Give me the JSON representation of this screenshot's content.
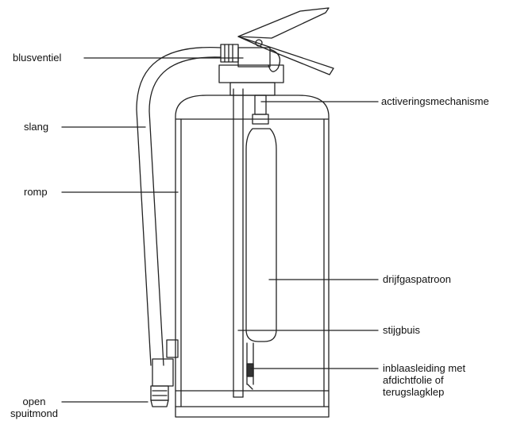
{
  "labels": {
    "blusventiel": "blusventiel",
    "slang": "slang",
    "romp": "romp",
    "open_spuitmond": "open\nspuitmond",
    "activeringsmechanisme": "activeringsmechanisme",
    "drijfgaspatroon": "drijfgaspatroon",
    "stijgbuis": "stijgbuis",
    "inblaasleiding": "inblaasleiding met\nafdichtfolie of\nterugslagklep"
  },
  "colors": {
    "ink": "#222222",
    "label_text": "#111111",
    "background": "#ffffff"
  }
}
